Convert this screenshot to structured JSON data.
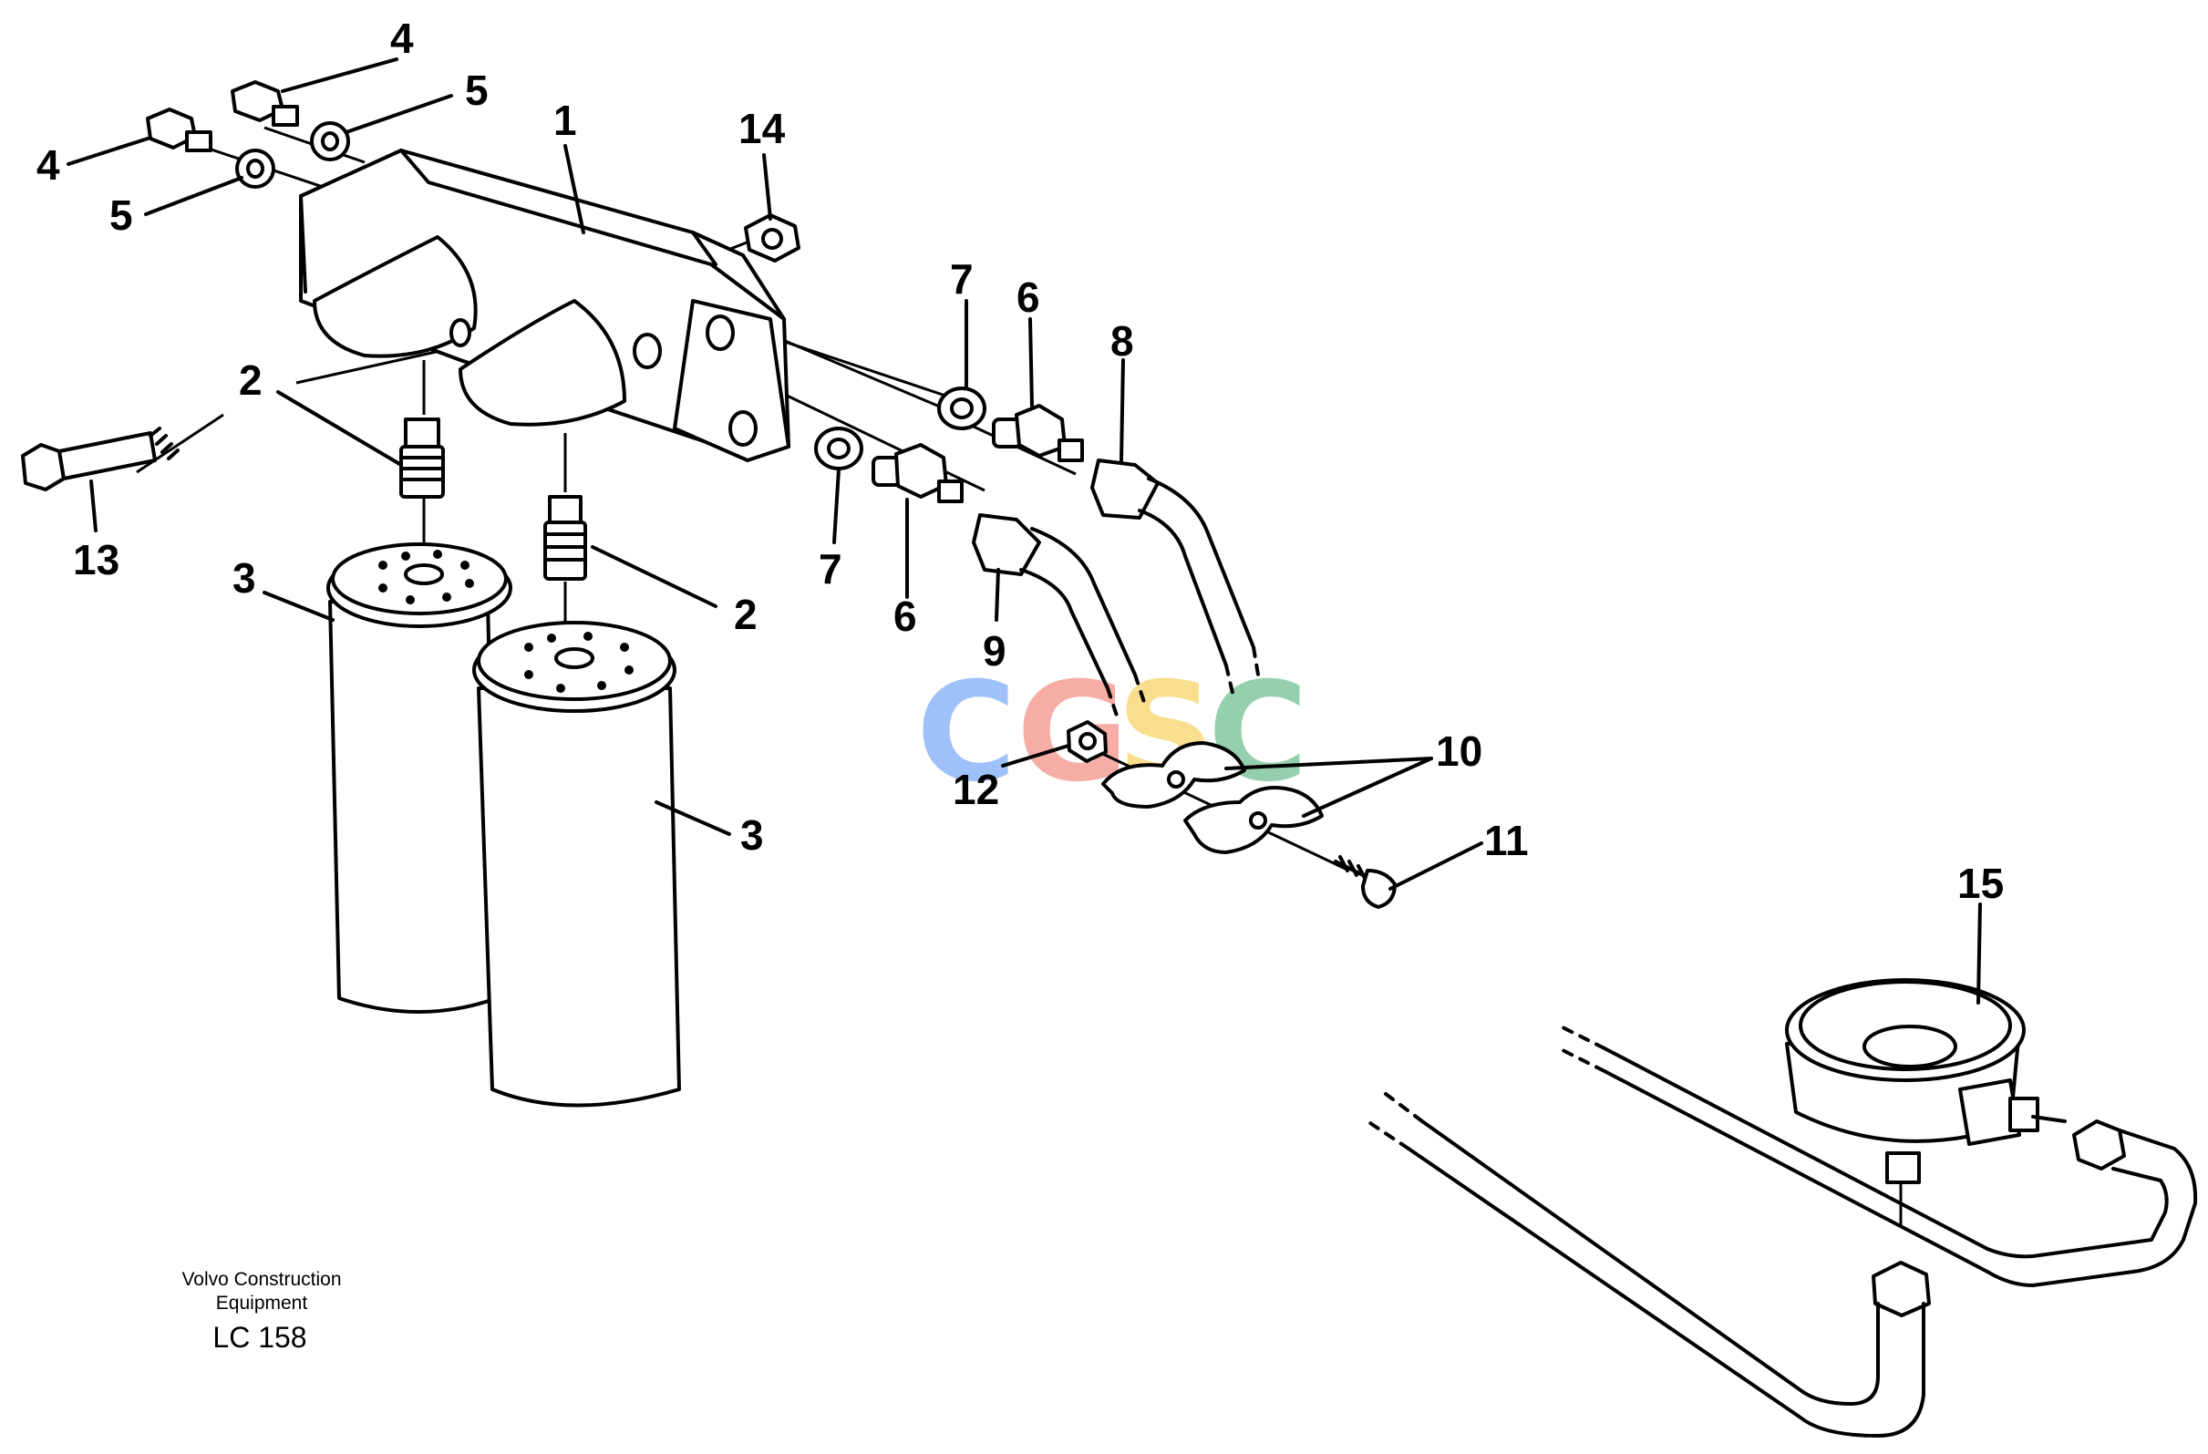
{
  "callouts": [
    {
      "id": "c1",
      "text": "1"
    },
    {
      "id": "c2a",
      "text": "2"
    },
    {
      "id": "c2b",
      "text": "2"
    },
    {
      "id": "c3a",
      "text": "3"
    },
    {
      "id": "c3b",
      "text": "3"
    },
    {
      "id": "c4a",
      "text": "4"
    },
    {
      "id": "c4b",
      "text": "4"
    },
    {
      "id": "c5a",
      "text": "5"
    },
    {
      "id": "c5b",
      "text": "5"
    },
    {
      "id": "c6a",
      "text": "6"
    },
    {
      "id": "c6b",
      "text": "6"
    },
    {
      "id": "c7a",
      "text": "7"
    },
    {
      "id": "c7b",
      "text": "7"
    },
    {
      "id": "c8",
      "text": "8"
    },
    {
      "id": "c9",
      "text": "9"
    },
    {
      "id": "c10",
      "text": "10"
    },
    {
      "id": "c11",
      "text": "11"
    },
    {
      "id": "c12",
      "text": "12"
    },
    {
      "id": "c13",
      "text": "13"
    },
    {
      "id": "c14",
      "text": "14"
    },
    {
      "id": "c15",
      "text": "15"
    }
  ],
  "caption": {
    "line1": "Volvo Construction",
    "line2": "Equipment",
    "code": "LC 158"
  },
  "watermark": {
    "letters": [
      "C",
      "G",
      "S",
      "C"
    ],
    "colors": [
      "#4f8ff7",
      "#ef6b5f",
      "#f5c431",
      "#42a96b"
    ]
  }
}
